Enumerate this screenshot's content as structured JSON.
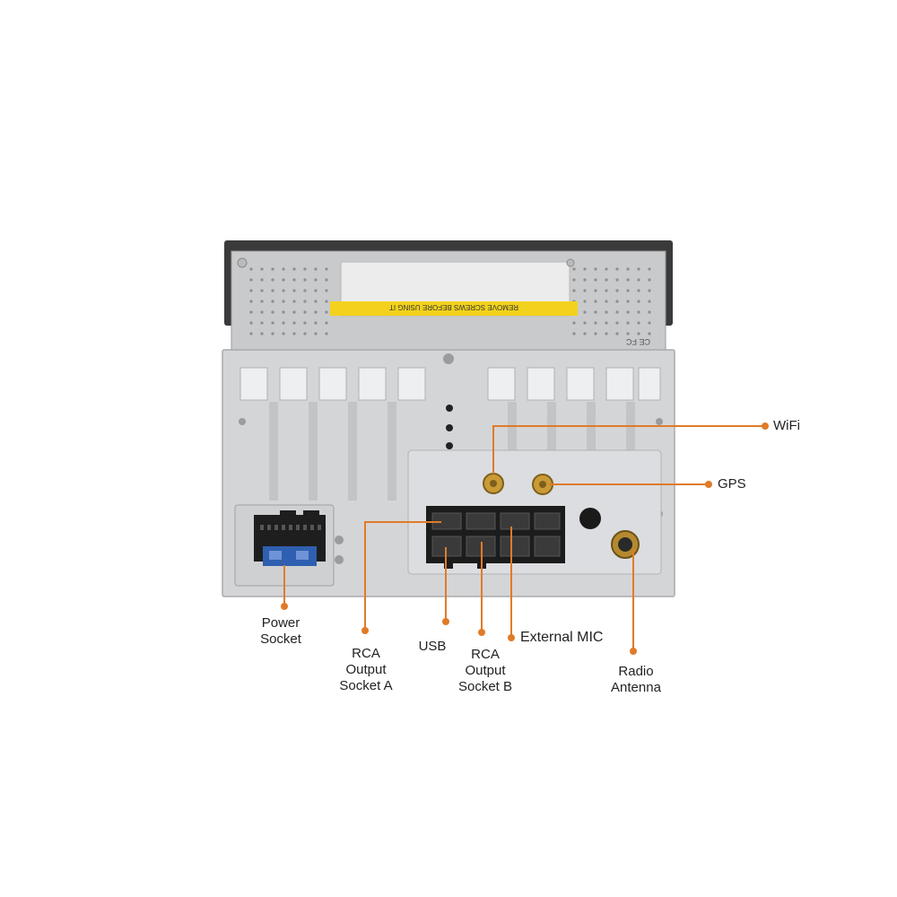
{
  "product": {
    "warning_sticker": "REMOVE SCREWS BEFORE USING IT",
    "cert_marks": "CE FC"
  },
  "callouts": {
    "wifi": "WiFi",
    "gps": "GPS",
    "power_socket": "Power Socket",
    "rca_a": "RCA Output Socket A",
    "usb": "USB",
    "rca_b": "RCA Output Socket B",
    "external_mic": "External MIC",
    "radio_antenna": "Radio Antenna"
  },
  "colors": {
    "callout_line": "#e07b28",
    "callout_dot": "#e07b28",
    "chassis": "#d6d7d9",
    "connector": "#1c1c1c",
    "fuse": "#2f5fb0",
    "sma_gold": "#c99a35"
  }
}
